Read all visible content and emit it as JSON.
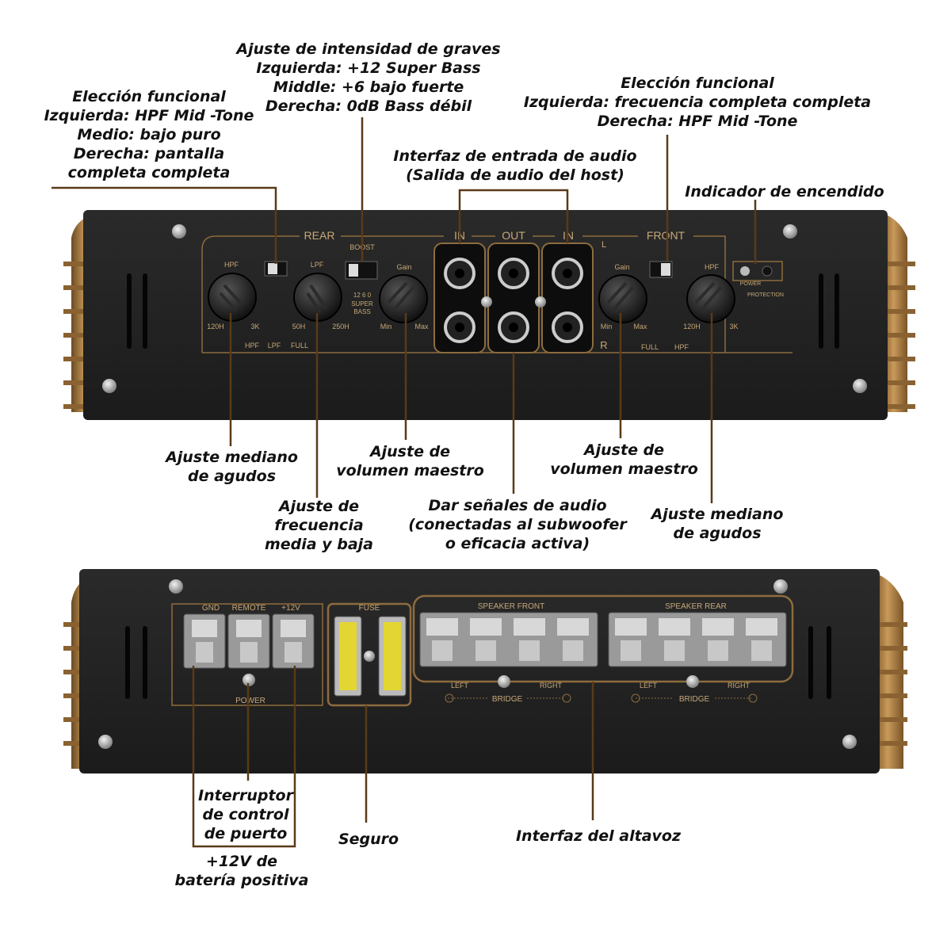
{
  "callouts": {
    "graves": "Ajuste de intensidad de graves\nIzquierda: +12 Super Bass\nMiddle: +6 bajo fuerte\nDerecha: 0dB Bass débil",
    "eleccion_left": "Elección funcional\nIzquierda: HPF Mid -Tone\nMedio: bajo puro\nDerecha: pantalla\ncompleta completa",
    "eleccion_right": "Elección funcional\nIzquierda: frecuencia completa completa\nDerecha: HPF Mid -Tone",
    "audio_in": "Interfaz de entrada de audio\n(Salida de audio del host)",
    "power_ind": "Indicador de encendido",
    "agudos_left": "Ajuste mediano\nde agudos",
    "frecuencia": "Ajuste de\nfrecuencia\nmedia y baja",
    "volumen_left": "Ajuste de\nvolumen maestro",
    "senales": "Dar señales de audio\n(conectadas al subwoofer\no eficacia activa)",
    "volumen_right": "Ajuste de\nvolumen maestro",
    "agudos_right": "Ajuste mediano\nde agudos",
    "interruptor": "Interruptor\nde control\nde puerto",
    "bateria": "+12V de\nbatería positiva",
    "seguro": "Seguro",
    "altavoz": "Interfaz del altavoz"
  },
  "top_panel": {
    "rear": "REAR",
    "front": "FRONT",
    "in_left": "IN",
    "out": "OUT",
    "in_right": "IN",
    "boost": "BOOST",
    "boost_values": "12 6 0",
    "super_bass": "SUPER\nBASS",
    "hpf": "HPF",
    "lpf": "LPF",
    "gain": "Gain",
    "f120": "120H",
    "f3k": "3K",
    "f50": "50H",
    "f250": "250H",
    "min": "Min",
    "max": "Max",
    "sw_hpf": "HPF",
    "sw_lpf": "LPF",
    "sw_full": "FULL",
    "l": "L",
    "r": "R",
    "full": "FULL",
    "power": "POWER",
    "protection": "PROTECTION"
  },
  "bottom_panel": {
    "gnd": "GND",
    "remote": "REMOTE",
    "plus12": "+12V",
    "power": "POWER",
    "fuse": "FUSE",
    "speaker_front": "SPEAKER   FRONT",
    "speaker_rear": "SPEAKER   REAR",
    "left": "LEFT",
    "right": "RIGHT",
    "bridge": "BRIDGE"
  }
}
